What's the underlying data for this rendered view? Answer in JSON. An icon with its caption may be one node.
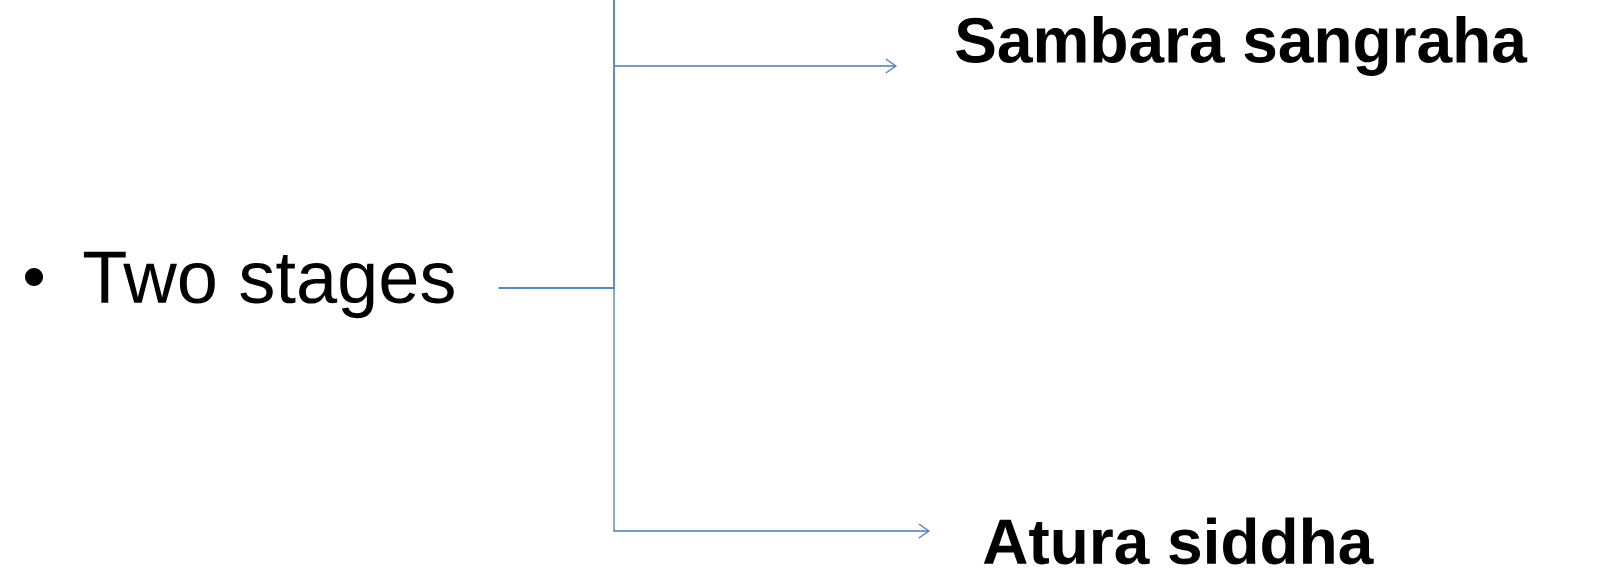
{
  "diagram": {
    "nodes": [
      {
        "text": [
          "Two stages"
        ]
      },
      {
        "text": [
          "Sambara sangraha"
        ]
      },
      {
        "text": [
          "Atura siddha"
        ]
      }
    ],
    "edges": [
      {
        "from": 0,
        "to": 1,
        "arrow": "to"
      },
      {
        "from": 0,
        "to": 2,
        "arrow": "to"
      }
    ]
  }
}
